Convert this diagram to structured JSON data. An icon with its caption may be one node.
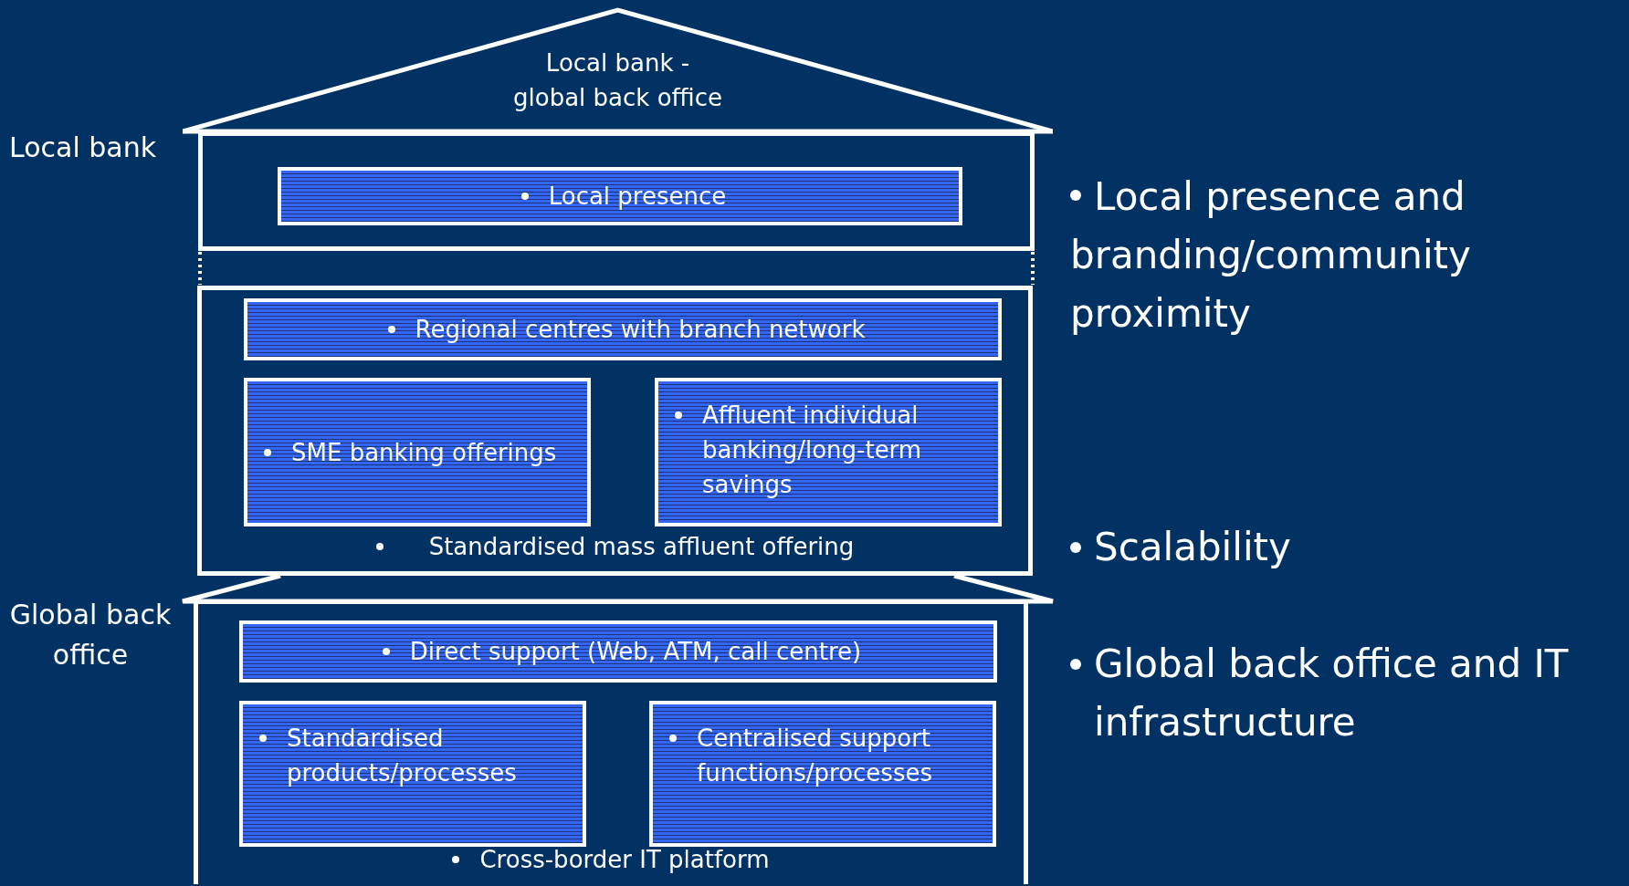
{
  "diagram": {
    "nodes": [
      {
        "text": [
          "Local bank - global back office"
        ]
      },
      {
        "text": [],
        "shape": "box"
      },
      {
        "text": [
          "Local presence"
        ],
        "in": 1
      },
      {
        "text": [
          "Standardised mass affluent offering"
        ]
      },
      {
        "text": [
          "Regional centres with branch network"
        ],
        "in": 3
      },
      {
        "text": [
          "SME banking offerings"
        ],
        "in": 3
      },
      {
        "text": [
          "Affluent individual banking/long-term savings"
        ],
        "in": 3
      },
      {
        "text": [
          "Cross-border IT platform"
        ]
      },
      {
        "text": [
          "Direct support (Web, ATM, call centre)"
        ],
        "in": 7
      },
      {
        "text": [
          "Standardised products/processes"
        ],
        "in": 7
      },
      {
        "text": [
          "Centralised support functions/processes"
        ],
        "in": 7
      }
    ],
    "edges": [],
    "labels": [
      "Local bank",
      "Global back office",
      "Local presence and branding/community proximity",
      "Scalability",
      "Global back office and IT infrastructure"
    ]
  }
}
